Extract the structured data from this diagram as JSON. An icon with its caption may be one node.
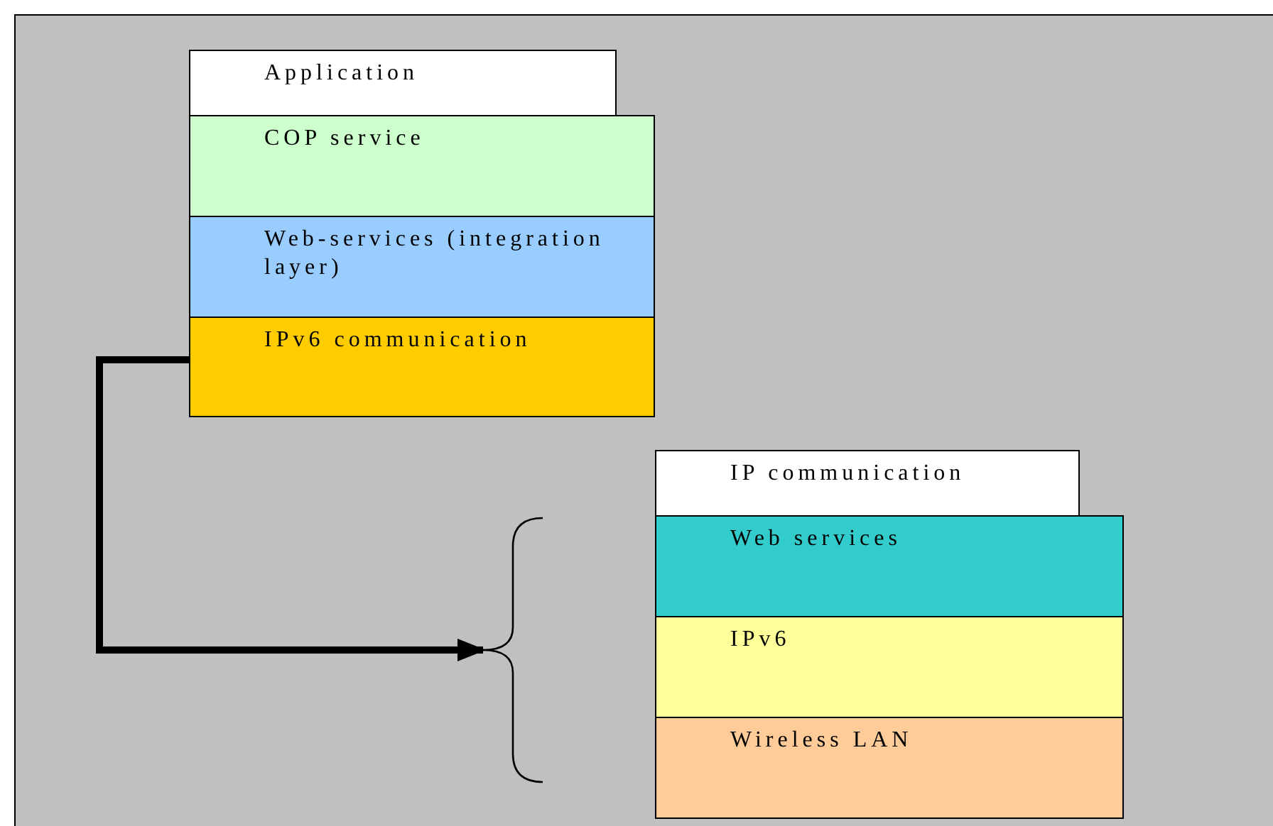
{
  "diagram": {
    "nodes": [
      {
        "text": [
          "Application"
        ]
      },
      {
        "text": [
          "COP service"
        ]
      },
      {
        "text": [
          "Web-services (integration layer)"
        ]
      },
      {
        "text": [
          "IPv6 communication"
        ]
      },
      {
        "text": [
          "IP communication"
        ]
      },
      {
        "text": [
          "Web services"
        ]
      },
      {
        "text": [
          "IPv6"
        ]
      },
      {
        "text": [
          "Wireless LAN"
        ]
      },
      {
        "text": [],
        "shape": "brace"
      }
    ],
    "edges": [
      {
        "from": 3,
        "to": 8,
        "arrow": "to"
      }
    ]
  }
}
